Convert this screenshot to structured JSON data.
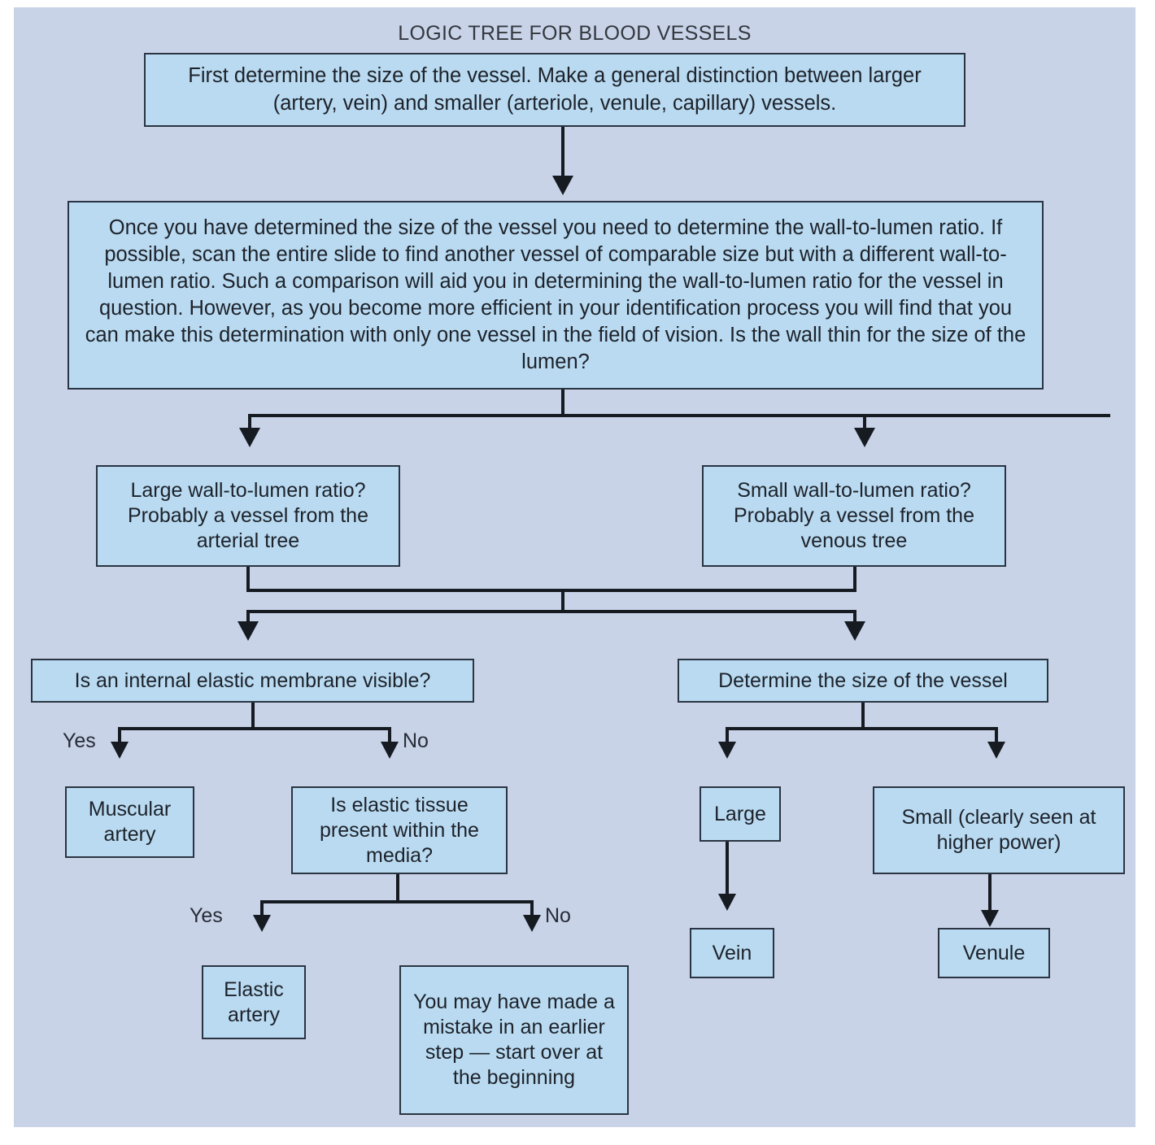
{
  "diagram": {
    "title": "LOGIC TREE FOR BLOOD VESSELS",
    "background_color": "#c8d3e8",
    "box_fill_color": "#b9daf0",
    "box_border_color": "#2b3442",
    "connector_color": "#161b22",
    "nodes": {
      "step1": "First determine the size of the vessel. Make a general distinction between larger (artery, vein) and smaller (arteriole, venule, capillary) vessels.",
      "step2": "Once you have determined the size of the vessel you need to determine the wall-to-lumen ratio. If possible, scan the entire slide to find another vessel of comparable size but with a different wall-to-lumen ratio. Such a comparison will aid you in determining the wall-to-lumen ratio for the vessel in question. However, as you become more efficient in your identification process you will find that you can make this determination with only one vessel in the field of vision. Is the wall thin for the size of the lumen?",
      "large_ratio": "Large wall-to-lumen ratio? Probably a vessel from the arterial tree",
      "small_ratio": "Small wall-to-lumen ratio? Probably a vessel from the venous tree",
      "iem_question": "Is an internal elastic membrane visible?",
      "determine_size": "Determine the size of the vessel",
      "muscular_artery": "Muscular artery",
      "elastic_tissue_question": "Is elastic tissue present within the media?",
      "large": "Large",
      "small": "Small (clearly seen at higher power)",
      "elastic_artery": "Elastic artery",
      "mistake": "You may have made a mistake in an earlier step — start over at the beginning",
      "vein": "Vein",
      "venule": "Venule"
    },
    "edge_labels": {
      "iem_yes": "Yes",
      "iem_no": "No",
      "elastic_yes": "Yes",
      "elastic_no": "No"
    }
  }
}
